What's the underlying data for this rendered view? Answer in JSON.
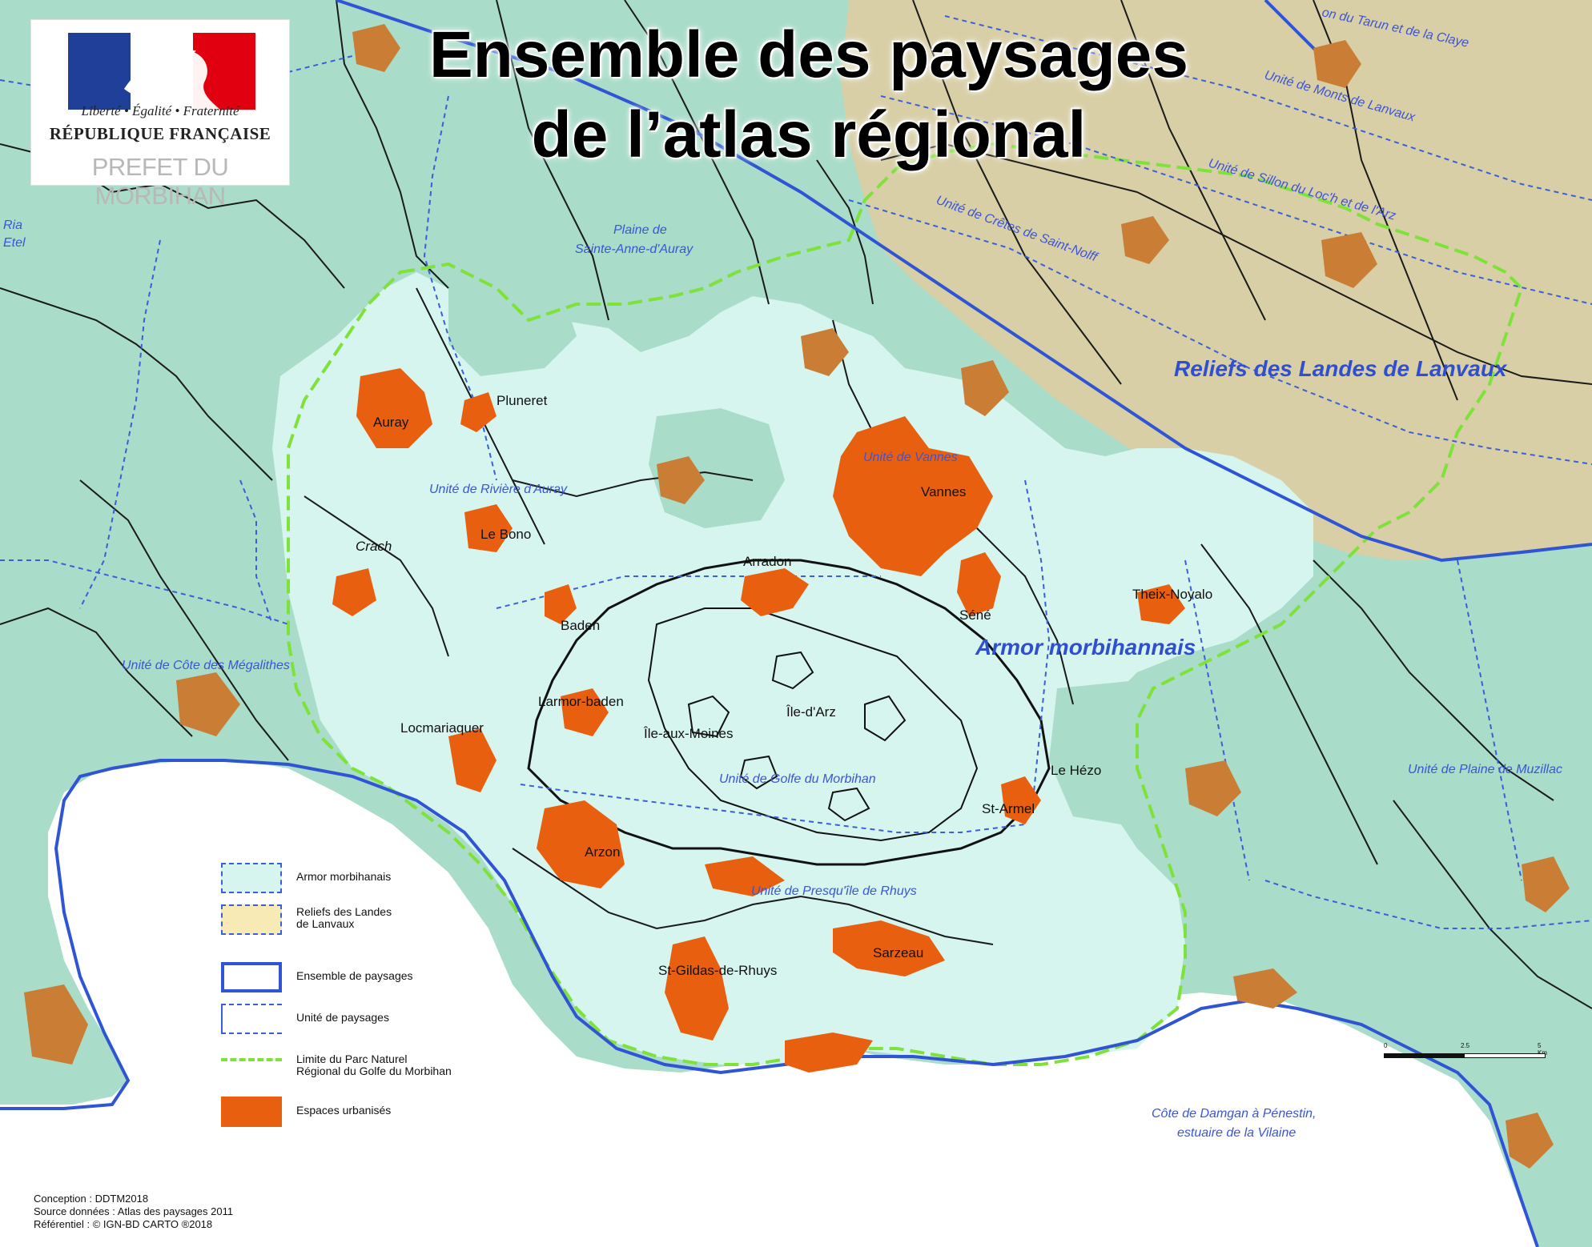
{
  "map": {
    "title_line1": "Ensemble des paysages",
    "title_line2": "de l’atlas régional",
    "colors": {
      "sea": "#ffffff",
      "armor": "#d6f5ee",
      "unit_green": "#a9dcc9",
      "reliefs": "#d8cfa7",
      "urban_orange": "#e8600f",
      "urban_brown": "#c97d35",
      "ensemble_border": "#2f55d4",
      "unit_border": "#3a5fd8",
      "pnr_limit": "#7ee23a",
      "commune_border": "#1a1a1a",
      "place_label": "#111111",
      "unit_label": "#3b55d8"
    }
  },
  "logo": {
    "motto": "Liberté • Égalité • Fraternité",
    "republic": "RÉPUBLIQUE FRANÇAISE",
    "prefecture": "PREFET DU MORBIHAN"
  },
  "ensemble_labels": {
    "reliefs": "Reliefs des Landes de Lanvaux",
    "armor": "Armor morbihannais"
  },
  "unit_labels": {
    "tarun": "on du Tarun et de la Claye",
    "monts_lanvaux": "Unité de Monts de Lanvaux",
    "sillon_loch": "Unité de Sillon du Loc'h et de l'Arz",
    "cretes": "Unité de Crêtes de Saint-Nolff",
    "plaine_line1": "Plaine de",
    "plaine_line2": "Sainte-Anne-d'Auray",
    "riviere_auray": "Unité de Rivière d'Auray",
    "vannes_unit": "Unité de Vannes",
    "megalithes": "Unité de Côte des Mégalithes",
    "golfe": "Unité de Golfe du Morbihan",
    "rhuys": "Unité de Presqu'île de Rhuys",
    "muzillac": "Unité de Plaine de Muzillac",
    "damgan_line1": "Côte de Damgan à Pénestin,",
    "damgan_line2": "estuaire de la Vilaine",
    "ria_line1": "Ria",
    "ria_line2": "Etel"
  },
  "places": {
    "pluneret": "Pluneret",
    "auray": "Auray",
    "crach": "Crach",
    "le_bono": "Le Bono",
    "vannes": "Vannes",
    "arradon": "Arradon",
    "baden": "Baden",
    "sene": "Séné",
    "theix": "Theix-Noyalo",
    "armor_baden": "Larmor-baden",
    "locmariaquer": "Locmariaquer",
    "ile_aux_moines": "Île-aux-Moines",
    "ile_arz": "Île-d'Arz",
    "le_hezo": "Le Hézo",
    "st_armel": "St-Armel",
    "arzon": "Arzon",
    "sarzeau": "Sarzeau",
    "st_gildas": "St-Gildas-de-Rhuys"
  },
  "legend": {
    "items": [
      {
        "label_line1": "Armor morbihanais",
        "label_line2": ""
      },
      {
        "label_line1": "Reliefs des Landes",
        "label_line2": "de Lanvaux"
      },
      {
        "label_line1": "Ensemble de paysages",
        "label_line2": ""
      },
      {
        "label_line1": "Unité de paysages",
        "label_line2": ""
      },
      {
        "label_line1": "Limite du Parc Naturel",
        "label_line2": "Régional du Golfe du Morbihan"
      },
      {
        "label_line1": "Espaces urbanisés",
        "label_line2": ""
      }
    ],
    "swatch_colors": [
      "#d6f5ee",
      "#f8eab4",
      "#ffffff",
      "#ffffff",
      "#ffffff",
      "#e8600f"
    ]
  },
  "scale": {
    "tick0": "0",
    "tick1": "2.5",
    "tick2": "5 Km"
  },
  "credits": {
    "line1": "Conception : DDTM2018",
    "line2": "Source données : Atlas des paysages 2011",
    "line3": "Référentiel : © IGN-BD CARTO ®2018"
  }
}
